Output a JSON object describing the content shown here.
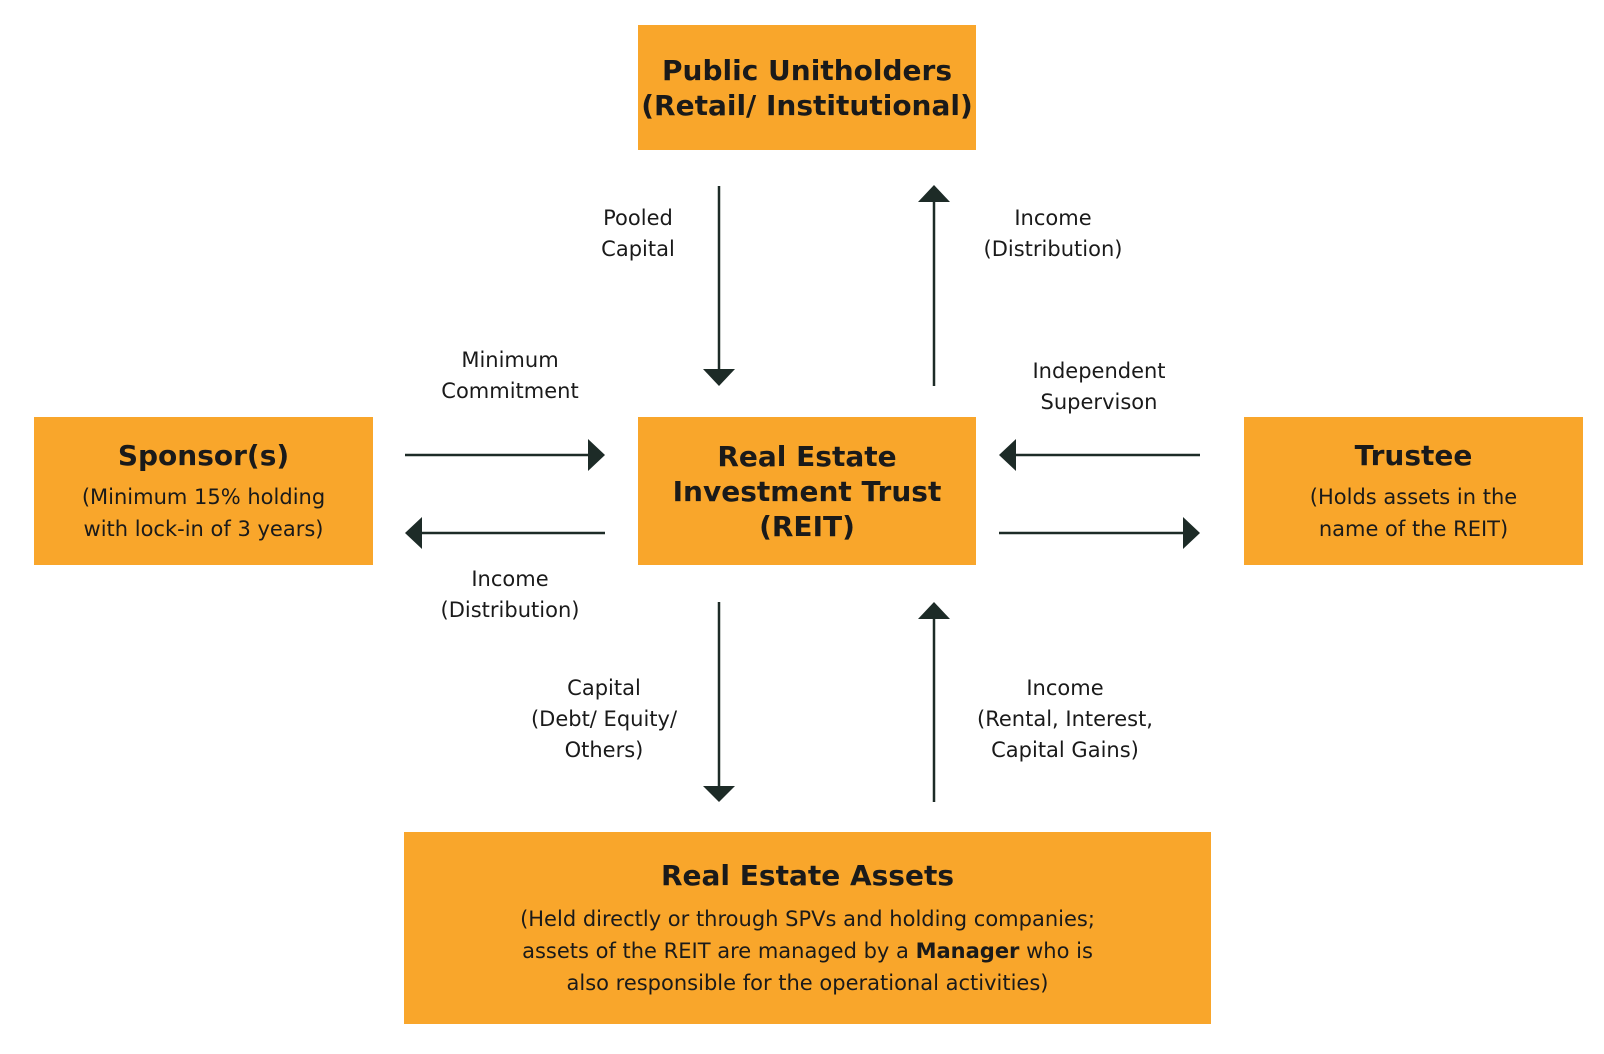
{
  "nodes": {
    "public": {
      "title_lines": [
        "Public Unitholders",
        "(Retail/ Institutional)"
      ]
    },
    "reit": {
      "title_lines": [
        "Real Estate",
        "Investment Trust",
        "(REIT)"
      ]
    },
    "sponsor": {
      "title": "Sponsor(s)",
      "sub_lines": [
        "(Minimum 15% holding",
        "with lock-in of 3 years)"
      ]
    },
    "trustee": {
      "title": "Trustee",
      "sub_lines": [
        "(Holds assets in the",
        "name of the REIT)"
      ]
    },
    "assets": {
      "title": "Real Estate Assets",
      "sub_line1": "(Held directly or through SPVs and holding companies;",
      "sub_line2_pre": "assets of the REIT are managed by a ",
      "sub_line2_bold": "Manager",
      "sub_line2_post": " who is",
      "sub_line3": "also responsible for the operational activities)"
    }
  },
  "edges": {
    "pooled_capital": [
      "Pooled",
      "Capital"
    ],
    "income_distribution_top": [
      "Income",
      "(Distribution)"
    ],
    "minimum_commitment": [
      "Minimum",
      "Commitment"
    ],
    "income_distribution_left": [
      "Income",
      "(Distribution)"
    ],
    "independent_supervision": [
      "Independent",
      "Supervison"
    ],
    "capital": [
      "Capital",
      "(Debt/ Equity/",
      "Others)"
    ],
    "income_assets": [
      "Income",
      "(Rental, Interest,",
      "Capital Gains)"
    ]
  },
  "colors": {
    "box_fill": "#f9a62b",
    "arrow": "#1d2b27",
    "text": "#1a1a1a"
  }
}
